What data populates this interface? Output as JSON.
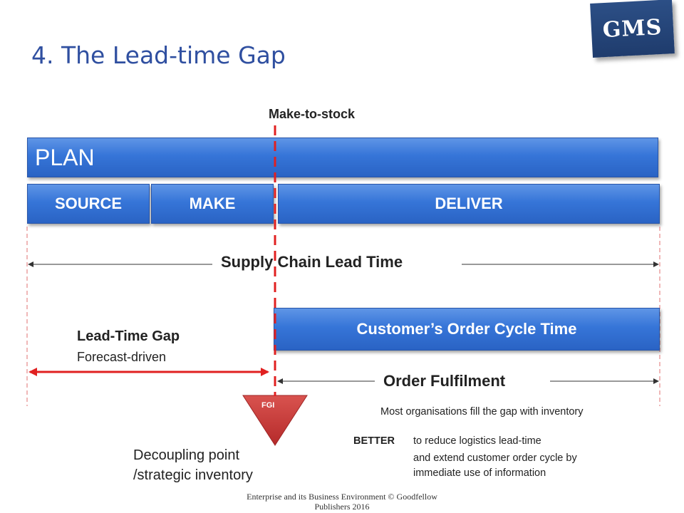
{
  "title": "4. The Lead-time Gap",
  "logo": {
    "text": "GMS",
    "color": "#24467b"
  },
  "labels": {
    "make_to_stock": "Make-to-stock",
    "plan": "PLAN",
    "source": "SOURCE",
    "make": "MAKE",
    "deliver": "DELIVER",
    "supply_chain_lead_time": "Supply Chain Lead Time",
    "customer_order_cycle_time": "Customer’s Order Cycle Time",
    "lead_time_gap": "Lead-Time Gap",
    "forecast_driven": "Forecast-driven",
    "order_fulfilment": "Order Fulfilment",
    "fgi": "FGI",
    "most_orgs": "Most organisations fill the gap with inventory",
    "better": "BETTER",
    "better_line1": "to reduce logistics lead-time",
    "better_line2": "and extend customer order cycle by",
    "better_line3": "immediate use of information",
    "decoupling_line1": "Decoupling  point",
    "decoupling_line2": "/strategic inventory"
  },
  "footer": "Enterprise and its Business Environment © Goodfellow Publishers 2016",
  "colors": {
    "bar_blue": "#3675d8",
    "title_blue": "#2f4fa0",
    "red": "#e02020"
  }
}
